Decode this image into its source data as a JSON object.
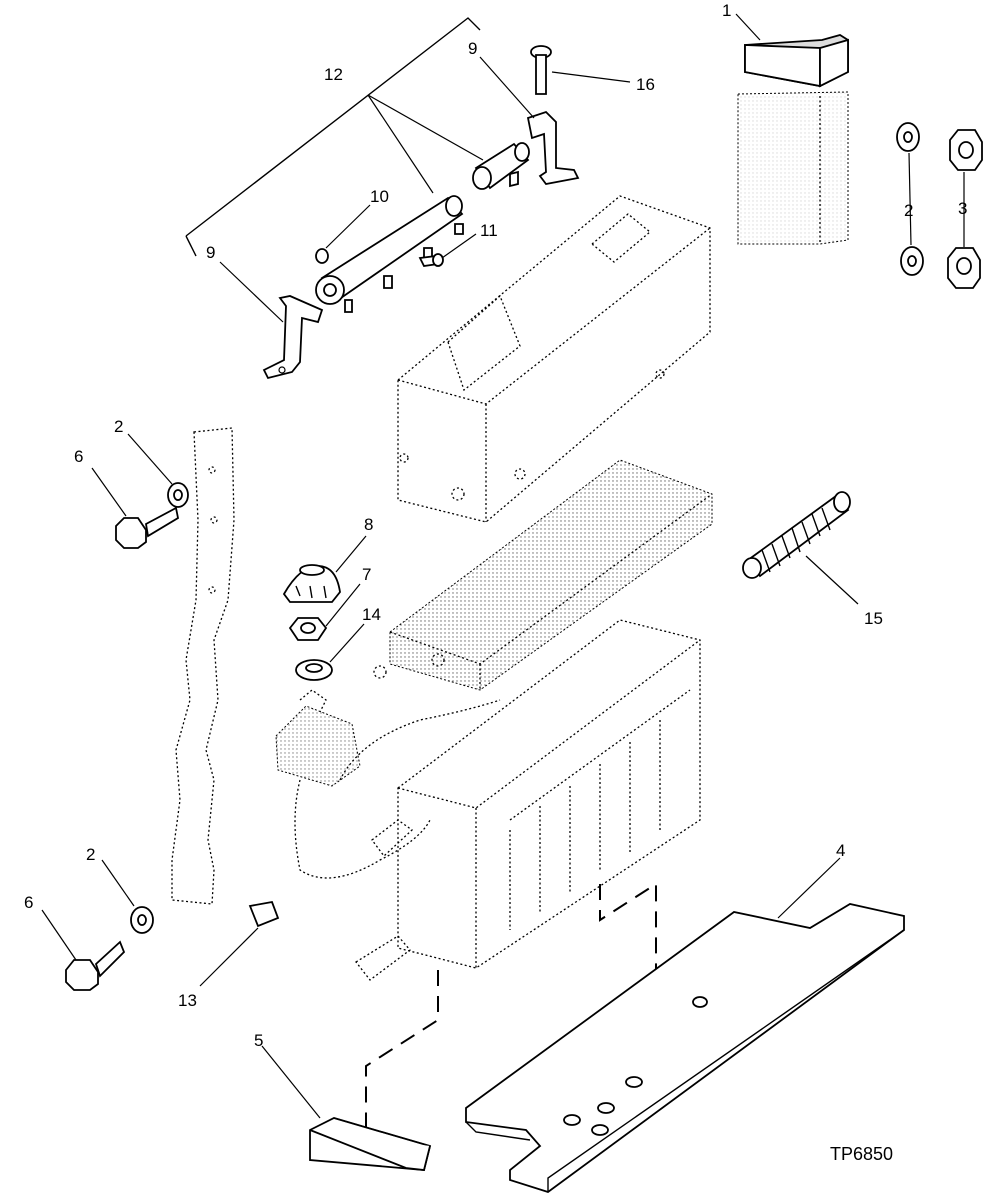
{
  "figure_code": "TP6850",
  "callouts": {
    "c1": "1",
    "c2_right": "2",
    "c3": "3",
    "c2_left_upper": "2",
    "c6_upper": "6",
    "c2_left_lower": "2",
    "c6_lower": "6",
    "c4": "4",
    "c5": "5",
    "c7": "7",
    "c8": "8",
    "c9_left": "9",
    "c9_right": "9",
    "c10": "10",
    "c11": "11",
    "c12": "12",
    "c13": "13",
    "c14": "14",
    "c15": "15",
    "c16": "16"
  }
}
